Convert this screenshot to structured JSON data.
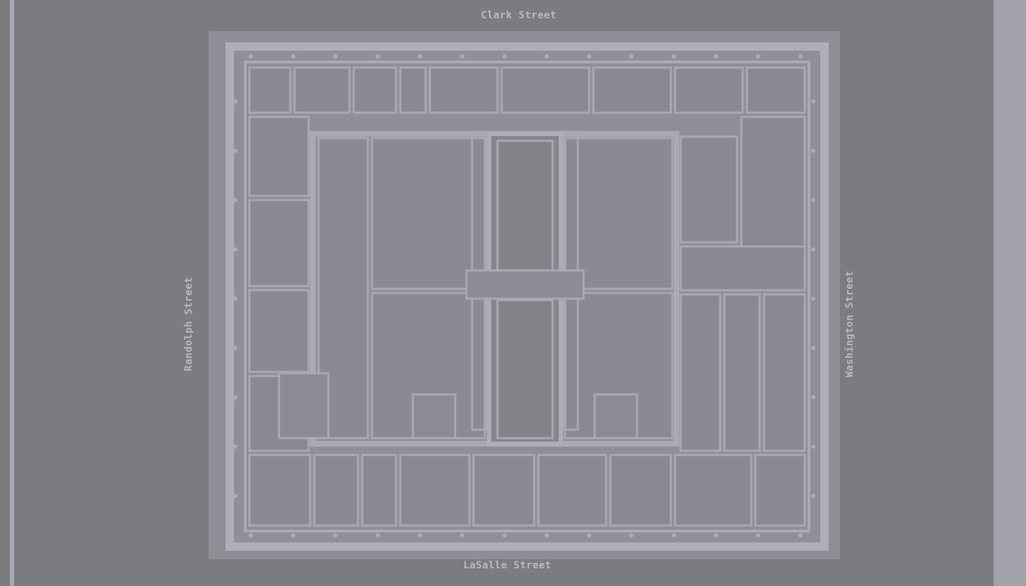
{
  "map": {
    "streets": {
      "top": "Clark Street",
      "bottom": "LaSalle Street",
      "left": "Randolph Street",
      "right": "Washington Street"
    },
    "colors": {
      "background_outer": "#a3a2ad",
      "sheet": "#7c7b80",
      "plan_fill": "#8e8d95",
      "plan_lines": "#aaa9b4",
      "labels": "#b9b8c3"
    }
  }
}
